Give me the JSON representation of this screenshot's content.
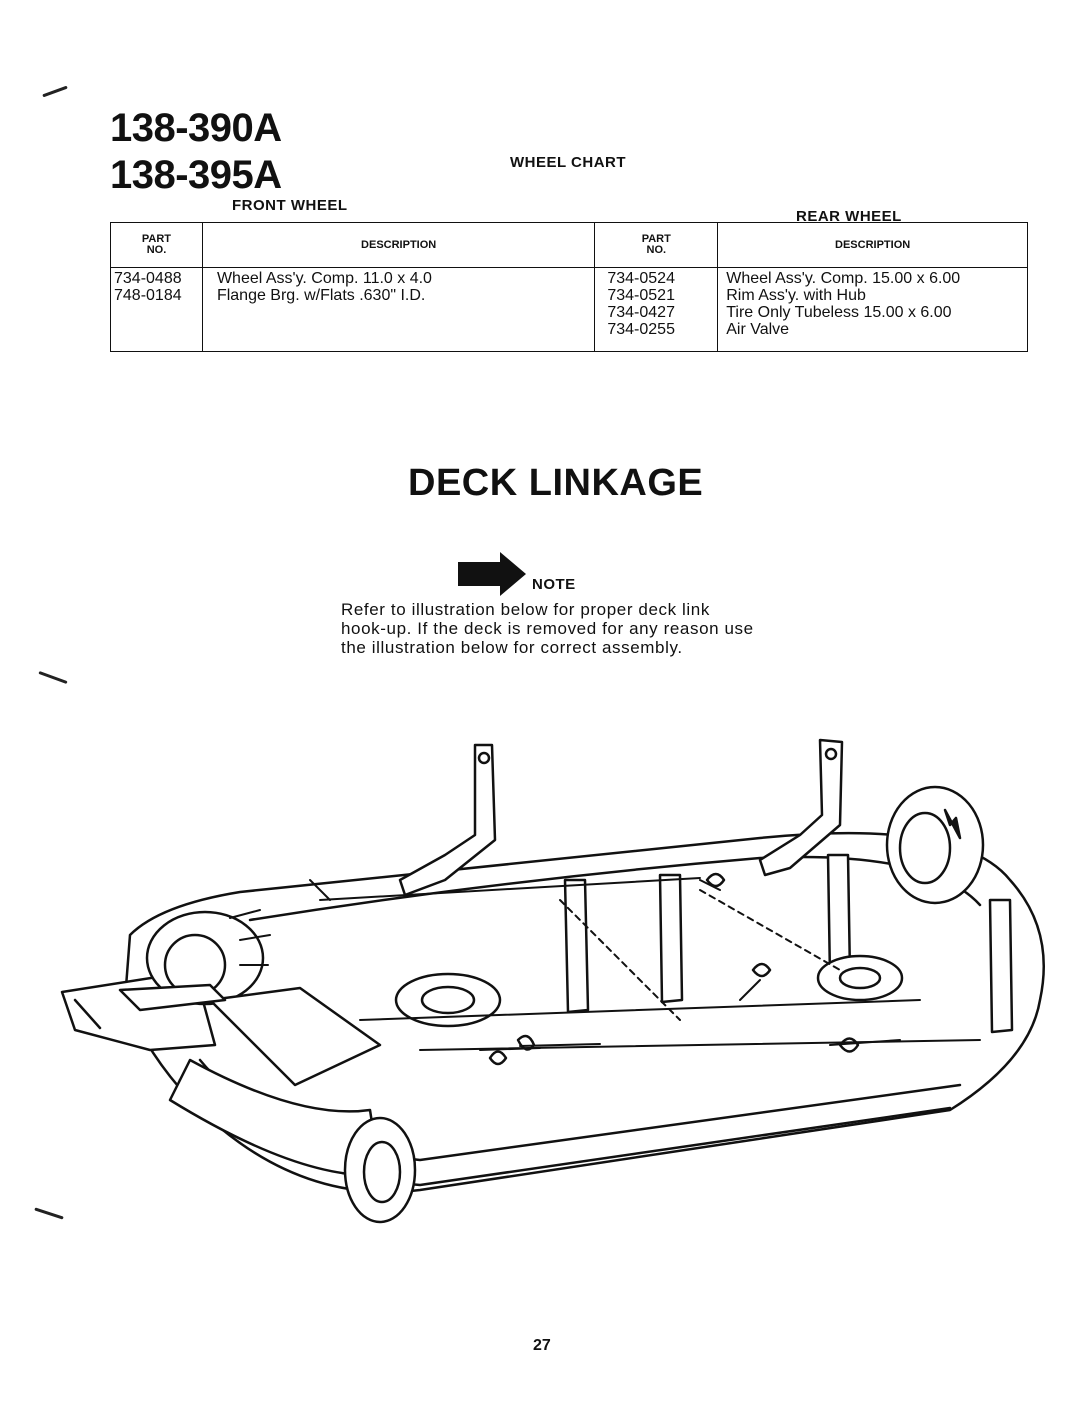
{
  "header": {
    "models": [
      "138-390A",
      "138-395A"
    ],
    "chart_title": "WHEEL CHART"
  },
  "front_wheel": {
    "label": "FRONT WHEEL",
    "col_part": [
      "PART",
      "NO."
    ],
    "col_desc": "DESCRIPTION",
    "parts": [
      "734-0488",
      "748-0184"
    ],
    "descriptions": [
      "Wheel Ass'y. Comp. 11.0 x 4.0",
      "Flange Brg. w/Flats .630\" I.D."
    ]
  },
  "rear_wheel": {
    "label": "REAR WHEEL",
    "col_part": [
      "PART",
      "NO."
    ],
    "col_desc": "DESCRIPTION",
    "parts": [
      "734-0524",
      "734-0521",
      "734-0427",
      "734-0255"
    ],
    "descriptions": [
      "Wheel Ass'y. Comp. 15.00 x 6.00",
      "Rim Ass'y. with Hub",
      "Tire Only Tubeless 15.00 x 6.00",
      "Air Valve"
    ]
  },
  "section": {
    "title": "DECK LINKAGE",
    "note_label": "NOTE",
    "note_lines": [
      "Refer to illustration below for proper deck link",
      "hook-up. If the deck is removed for any reason use",
      "the illustration below for correct assembly."
    ]
  },
  "page_number": "27",
  "icons": {
    "note_arrow": "arrow-right-icon",
    "illustration": "mower-deck-linkage-illustration"
  }
}
